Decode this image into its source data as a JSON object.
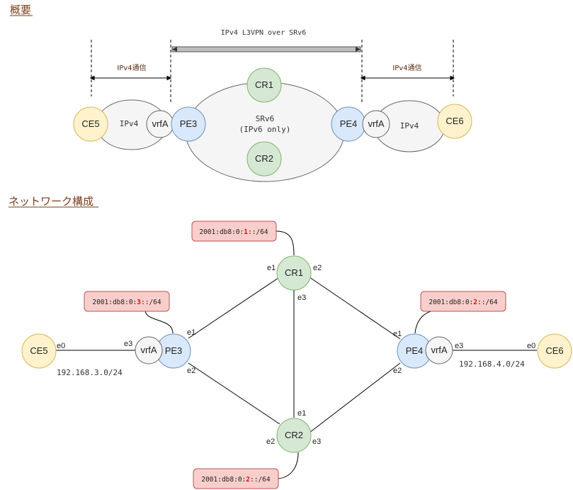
{
  "headings": {
    "overview": "概要",
    "network": "ネットワーク構成"
  },
  "overview": {
    "banner": "IPv4 L3VPN over SRv6",
    "left_arrow_label": "IPv4通信",
    "right_arrow_label": "IPv4通信",
    "ipv4_left": "IPv4",
    "ipv4_right": "IPv4",
    "srv6_line1": "SRv6",
    "srv6_line2": "(IPv6 only)",
    "nodes": {
      "ce5": "CE5",
      "vrfa_left": "vrfA",
      "pe3": "PE3",
      "cr1": "CR1",
      "cr2": "CR2",
      "pe4": "PE4",
      "vrfa_right": "vrfA",
      "ce6": "CE6"
    }
  },
  "network": {
    "nodes": {
      "ce5": "CE5",
      "vrfa_left": "vrfA",
      "pe3": "PE3",
      "cr1": "CR1",
      "cr2": "CR2",
      "pe4": "PE4",
      "vrfa_right": "vrfA",
      "ce6": "CE6"
    },
    "interfaces": {
      "ce5_e0": "e0",
      "pe3_e3": "e3",
      "pe3_e1": "e1",
      "pe3_e2": "e2",
      "cr1_e1": "e1",
      "cr1_e2": "e2",
      "cr1_e3": "e3",
      "cr2_e1": "e1",
      "cr2_e2": "e2",
      "cr2_e3": "e3",
      "pe4_e1": "e1",
      "pe4_e2": "e2",
      "pe4_e3": "e3",
      "ce6_e0": "e0"
    },
    "subnets": {
      "left": "192.168.3.0/24",
      "right": "192.168.4.0/24"
    },
    "prefixes": {
      "cr1": {
        "pre": "2001:db8:0:",
        "hl": "1",
        "post": "::/64"
      },
      "pe3": {
        "pre": "2001:db8:0:",
        "hl": "3",
        "post": "::/64"
      },
      "pe4": {
        "pre": "2001:db8:0:",
        "hl": "2",
        "post": "::/64"
      },
      "cr2": {
        "pre": "2001:db8:0:",
        "hl": "2",
        "post": "::/64"
      }
    }
  },
  "colors": {
    "ce_fill": "#fff2cc",
    "ce_stroke": "#d6b656",
    "pe_fill": "#dae8fc",
    "pe_stroke": "#6c8ebf",
    "cr_fill": "#d5e8d4",
    "cr_stroke": "#82b366",
    "vrf_fill": "#f5f5f5",
    "vrf_stroke": "#666666",
    "prefix_fill": "#f8cecc",
    "prefix_stroke": "#b85450",
    "heading": "#7a3b1a"
  }
}
